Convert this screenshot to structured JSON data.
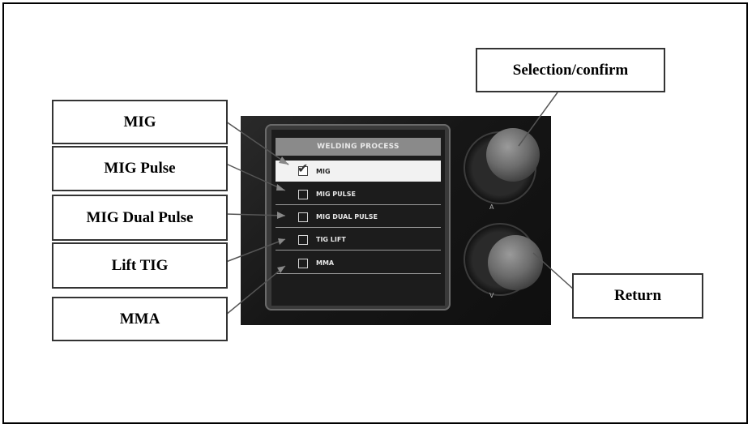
{
  "screen": {
    "title": "WELDING PROCESS",
    "items": [
      {
        "label": "MIG",
        "checked": true
      },
      {
        "label": "MIG PULSE",
        "checked": false
      },
      {
        "label": "MIG DUAL PULSE",
        "checked": false
      },
      {
        "label": "TIG LIFT",
        "checked": false
      },
      {
        "label": "MMA",
        "checked": false
      }
    ]
  },
  "callouts": {
    "mig": "MIG",
    "mig_pulse": "MIG Pulse",
    "mig_dual_pulse": "MIG Dual Pulse",
    "lift_tig": "Lift TIG",
    "mma": "MMA",
    "selection_confirm": "Selection/confirm",
    "return": "Return"
  },
  "knobs": {
    "top_mark": "A",
    "bottom_mark": "V"
  },
  "colors": {
    "selected_row": "#f2f2f2",
    "title_bar": "#8a8a8a",
    "device_body": "#161616"
  }
}
